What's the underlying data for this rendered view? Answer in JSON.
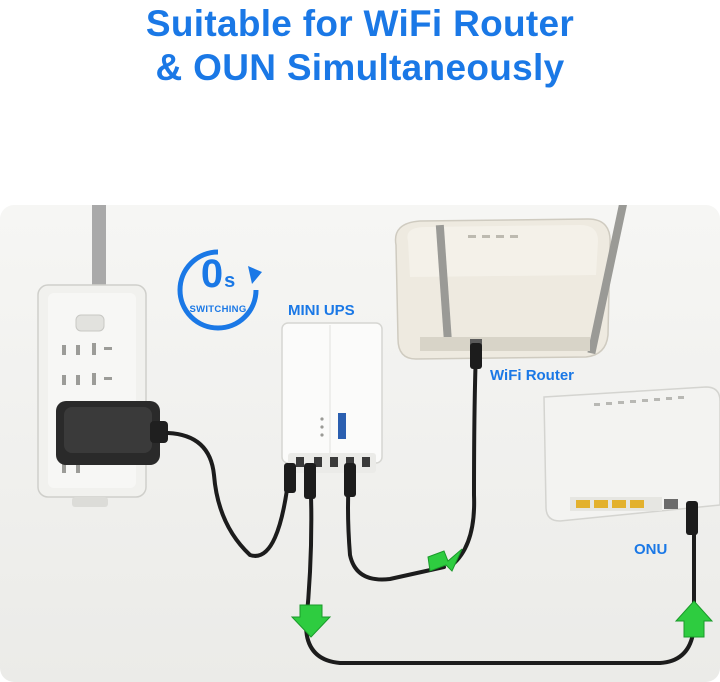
{
  "headline": {
    "line1": "Suitable for WiFi Router",
    "line2": "& OUN Simultaneously"
  },
  "labels": {
    "mini_ups": "MINI UPS",
    "wifi_router": "WiFi Router",
    "onu": "ONU"
  },
  "badge": {
    "value": "0",
    "unit": "s",
    "caption": "SWITCHING"
  },
  "colors": {
    "accent": "#1a78e6",
    "arrow": "#2ecc40",
    "cable": "#1c1c1c"
  }
}
